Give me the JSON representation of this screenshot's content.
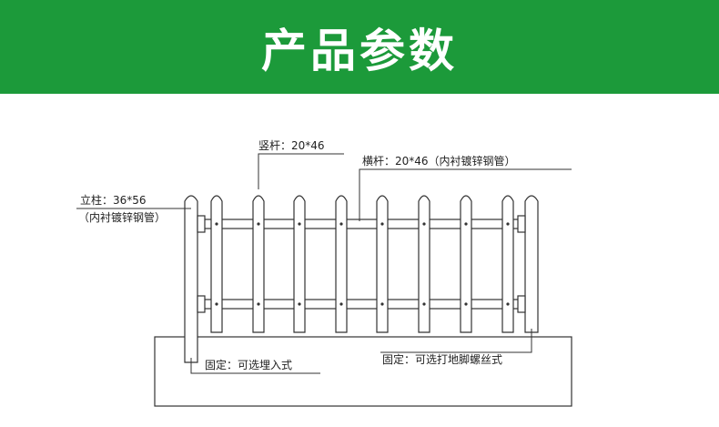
{
  "header": {
    "title": "产品参数"
  },
  "labels": {
    "vertical_bar": "竖杆：20*46",
    "horizontal_bar": "横杆：20*46（内衬镀锌钢管）",
    "post_line1": "立柱：36*56",
    "post_line2": "（内衬镀锌钢管）",
    "fix_left": "固定：可选埋入式",
    "fix_right": "固定：可选打地脚螺丝式"
  },
  "colors": {
    "banner": "#1c9a3a",
    "banner_text": "#ffffff",
    "line": "#222222"
  }
}
